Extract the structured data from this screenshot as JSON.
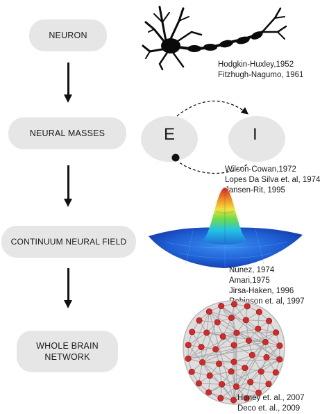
{
  "stages": [
    {
      "label": "NEURON"
    },
    {
      "label": "NEURAL MASSES"
    },
    {
      "label": "CONTINUUM NEURAL FIELD"
    },
    {
      "label_lines": [
        "WHOLE BRAIN",
        "NETWORK"
      ]
    }
  ],
  "populations": {
    "excitatory": "E",
    "inhibitory": "I"
  },
  "references": {
    "neuron": [
      "Hodgkin-Huxley,1952",
      "Fitzhugh-Nagumo, 1961"
    ],
    "neural_masses": [
      "Wilson-Cowan,1972",
      "Lopes Da Silva et. al, 1974",
      "Jansen-Rit, 1995"
    ],
    "neural_field": [
      "Nunez, 1974",
      "Amari,1975",
      "Jirsa-Haken, 1996",
      "Robinson et. al, 1997"
    ],
    "whole_brain": [
      "Honey et. al., 2007",
      "Deco et. al., 2009"
    ]
  },
  "colors": {
    "box": "#e6e6e6",
    "arrow": "#111111",
    "node": "#d62828",
    "neuron": "#0a0a0a"
  },
  "icons": [
    "neuron-icon",
    "mexican-hat-surface-icon",
    "brain-network-icon"
  ]
}
